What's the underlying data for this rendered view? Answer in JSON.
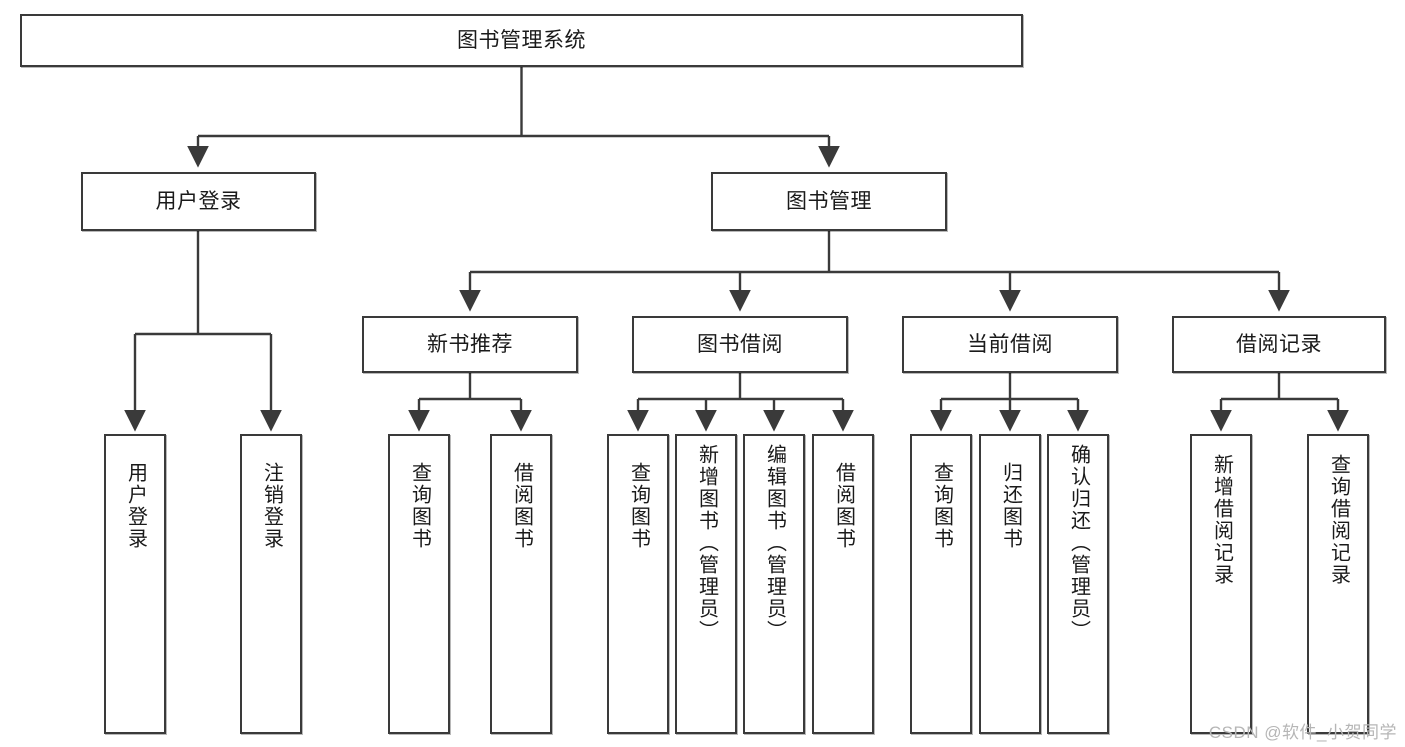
{
  "diagram": {
    "title": "图书管理系统",
    "type": "hierarchy-tree",
    "watermark": "CSDN @软件_小贺同学",
    "levels": {
      "root": {
        "label": "图书管理系统"
      },
      "level2": [
        {
          "id": "user-login",
          "label": "用户登录"
        },
        {
          "id": "book-manage",
          "label": "图书管理"
        }
      ],
      "level3": [
        {
          "id": "new-book-rec",
          "label": "新书推荐",
          "parent": "book-manage"
        },
        {
          "id": "book-borrow",
          "label": "图书借阅",
          "parent": "book-manage"
        },
        {
          "id": "current-borrow",
          "label": "当前借阅",
          "parent": "book-manage"
        },
        {
          "id": "borrow-record",
          "label": "借阅记录",
          "parent": "book-manage"
        }
      ],
      "leaves": [
        {
          "id": "leaf-user-login",
          "label": "用户登录",
          "parent": "user-login"
        },
        {
          "id": "leaf-logout-login",
          "label": "注销登录",
          "parent": "user-login"
        },
        {
          "id": "leaf-query-book-1",
          "label": "查询图书",
          "parent": "new-book-rec"
        },
        {
          "id": "leaf-borrow-book-1",
          "label": "借阅图书",
          "parent": "new-book-rec"
        },
        {
          "id": "leaf-query-book-2",
          "label": "查询图书",
          "parent": "book-borrow"
        },
        {
          "id": "leaf-add-book",
          "label": "新增图书（管理员）",
          "parent": "book-borrow"
        },
        {
          "id": "leaf-edit-book",
          "label": "编辑图书（管理员）",
          "parent": "book-borrow"
        },
        {
          "id": "leaf-borrow-book-2",
          "label": "借阅图书",
          "parent": "book-borrow"
        },
        {
          "id": "leaf-query-book-3",
          "label": "查询图书",
          "parent": "current-borrow"
        },
        {
          "id": "leaf-return-book",
          "label": "归还图书",
          "parent": "current-borrow"
        },
        {
          "id": "leaf-confirm-return",
          "label": "确认归还（管理员）",
          "parent": "current-borrow"
        },
        {
          "id": "leaf-add-record",
          "label": "新增借阅记录",
          "parent": "borrow-record"
        },
        {
          "id": "leaf-query-record",
          "label": "查询借阅记录",
          "parent": "borrow-record"
        }
      ]
    },
    "colors": {
      "stroke": "#3a3a3a",
      "fill": "#ffffff",
      "text": "#1a1a1a",
      "watermark": "#b6b6b6"
    }
  }
}
